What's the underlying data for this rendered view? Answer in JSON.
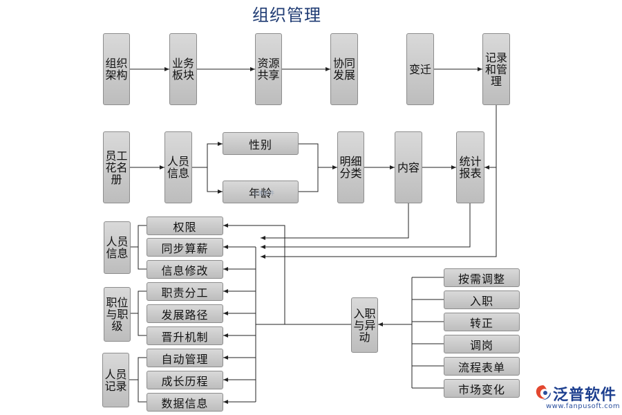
{
  "title": "组织管理",
  "row1": {
    "org_structure": "组织架构",
    "business_module": "业务板块",
    "resource_sharing": "资源共享",
    "collab_dev": "协同发展",
    "change": "变迁",
    "record_manage": "记录和管理"
  },
  "row2": {
    "roster": "员工花名册",
    "personnel_info": "人员信息",
    "gender": "性别",
    "age": "年龄",
    "detail_category": "明细分类",
    "content": "内容",
    "statistics_report": "统计报表"
  },
  "groups": {
    "personnel_info": "人员信息",
    "position_rank": "职位与职级",
    "personnel_record": "人员记录"
  },
  "items": {
    "permission": "权限",
    "sync_payroll": "同步算薪",
    "info_modify": "信息修改",
    "duty_division": "职责分工",
    "career_path": "发展路径",
    "promotion": "晋升机制",
    "auto_manage": "自动管理",
    "growth_history": "成长历程",
    "data_info": "数据信息"
  },
  "onboard_change": "入职与异动",
  "right_items": {
    "on_demand": "按需调整",
    "onboard": "入职",
    "regularize": "转正",
    "transfer": "调岗",
    "workflow_form": "流程表单",
    "market_change": "市场变化"
  },
  "watermark": "泛普软件",
  "logo": {
    "name": "泛普软件",
    "url": "www.fanpusoft.com"
  },
  "colors": {
    "box": "#c8c8c8",
    "line": "#222222",
    "title": "#1f3b73",
    "logo": "#1d3f8f"
  }
}
